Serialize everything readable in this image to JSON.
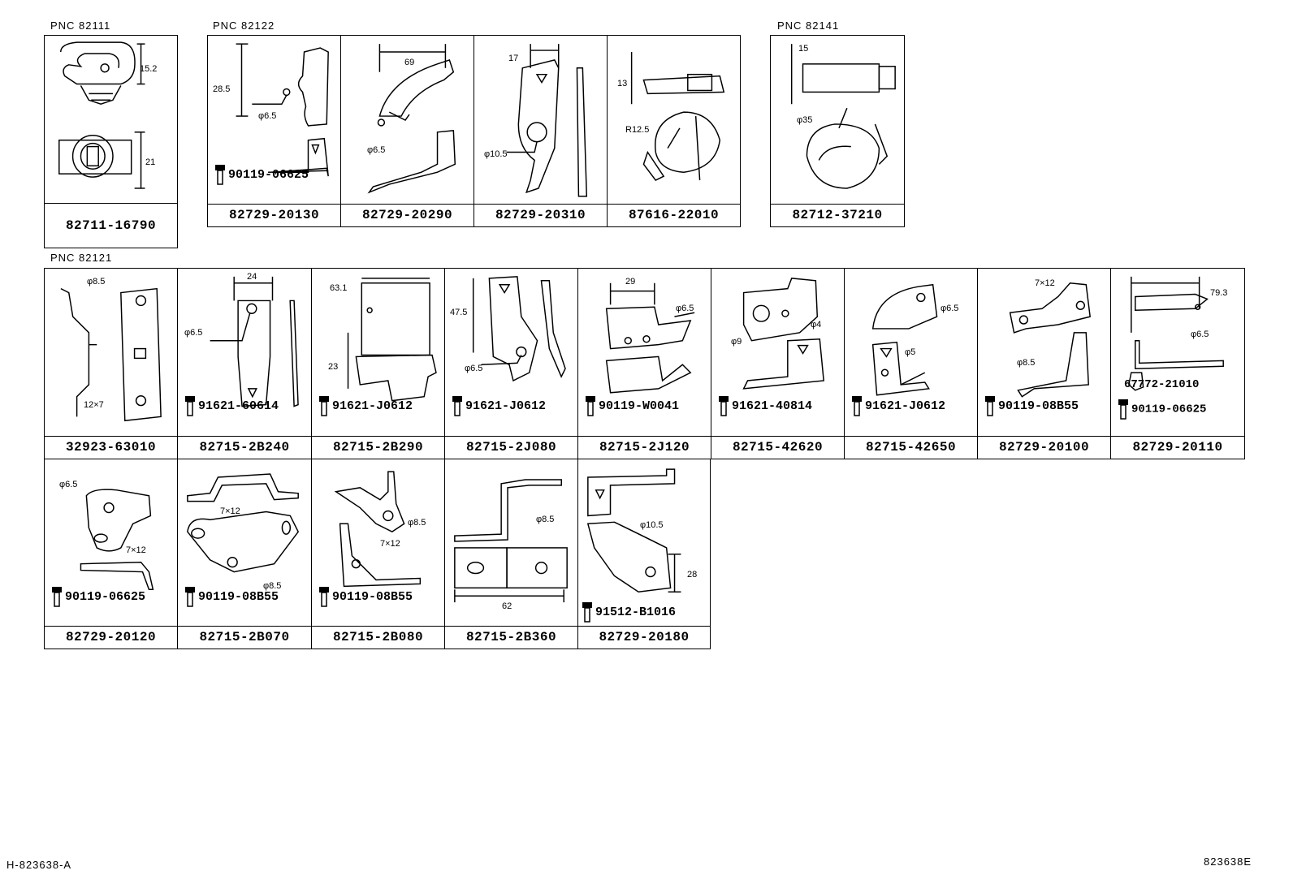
{
  "pnc_labels": {
    "g1": "PNC  82111",
    "g2": "PNC  82122",
    "g3": "PNC  82141",
    "g4": "PNC  82121"
  },
  "parts": {
    "p82711_16790": "82711-16790",
    "p82729_20130": "82729-20130",
    "p82729_20290": "82729-20290",
    "p82729_20310": "82729-20310",
    "p87616_22010": "87616-22010",
    "p82712_37210": "82712-37210",
    "p32923_63010": "32923-63010",
    "p82715_2B240": "82715-2B240",
    "p82715_2B290": "82715-2B290",
    "p82715_2J080": "82715-2J080",
    "p82715_2J120": "82715-2J120",
    "p82715_42620": "82715-42620",
    "p82715_42650": "82715-42650",
    "p82729_20100": "82729-20100",
    "p82729_20110": "82729-20110",
    "p82729_20120": "82729-20120",
    "p82715_2B070": "82715-2B070",
    "p82715_2B080": "82715-2B080",
    "p82715_2B360": "82715-2B360",
    "p82729_20180": "82729-20180"
  },
  "bolts": {
    "b90119_06625": "90119-06625",
    "b91621_60614": "91621-60614",
    "b91621_J0612": "91621-J0612",
    "b90119_W0041": "90119-W0041",
    "b91621_40814": "91621-40814",
    "b90119_08B55": "90119-08B55",
    "b67772_21010": "67772-21010",
    "b91512_B1016": "91512-B1016"
  },
  "dims": {
    "d15_2": "15.2",
    "d21": "21",
    "d28_5": "28.5",
    "phi6_5": "φ6.5",
    "d69": "69",
    "d17": "17",
    "phi10_5": "φ10.5",
    "d13": "13",
    "r12_5": "R12.5",
    "d15": "15",
    "phi35": "φ35",
    "phi8_5": "φ8.5",
    "d12x7": "12×7",
    "d24": "24",
    "d63_1": "63.1",
    "d23": "23",
    "d47_5": "47.5",
    "d29": "29",
    "phi9": "φ9",
    "phi4": "φ4",
    "phi5": "φ5",
    "d7x12": "7×12",
    "d79_3": "79.3",
    "d62": "62",
    "d28": "28"
  },
  "footer": {
    "left": "H-823638-A",
    "right": "823638E"
  }
}
